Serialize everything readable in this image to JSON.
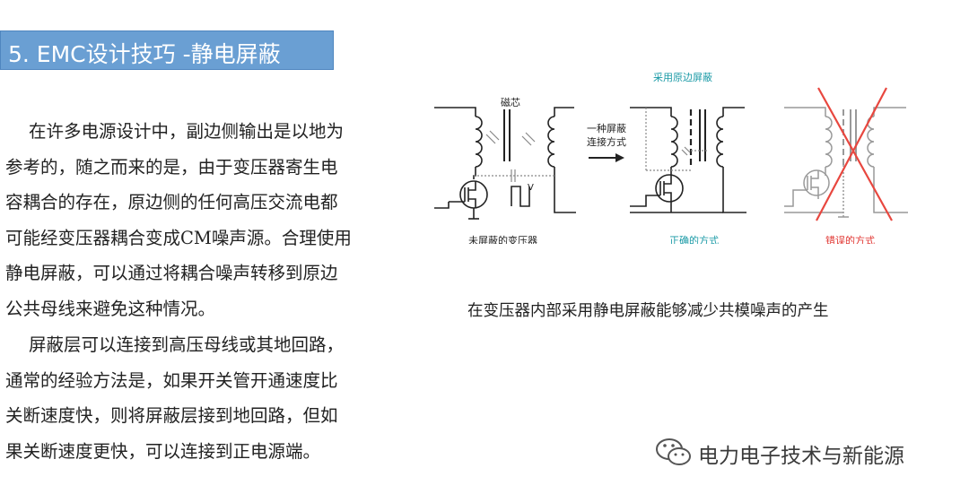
{
  "slide": {
    "title": "5. EMC设计技巧 -静电屏蔽",
    "paragraph1_lines": [
      "在许多电源设计中，副边侧输出是以地为",
      "参考的，随之而来的是，由于变压器寄生电",
      "容耦合的存在，原边侧的任何高压交流电都",
      "可能经变压器耦合变成CM噪声源。合理使用",
      "静电屏蔽，可以通过将耦合噪声转移到原边",
      "公共母线来避免这种情况。"
    ],
    "paragraph2_lines": [
      "屏蔽层可以连接到高压母线或其地回路，",
      "通常的经验方法是，如果开关管开通速度比",
      "关断速度快，则将屏蔽层接到地回路，但如",
      "果关断速度更快，可以连接到正电源端。"
    ],
    "caption": "在变压器内部采用静电屏蔽能够减少共模噪声的产生"
  },
  "diagram": {
    "top_label": "采用原边屏蔽",
    "core_label": "磁芯",
    "arrow_label_line1": "一种屏蔽",
    "arrow_label_line2": "连接方式",
    "voltage_label": "V",
    "label_unshielded": "未屏蔽的变压器",
    "label_correct": "正确的方式",
    "label_wrong": "错误的方式",
    "colors": {
      "teal": "#1a9aa6",
      "wrong_red": "#e0322e",
      "cross_red": "#e8473f"
    }
  },
  "watermark": {
    "text": "电力电子技术与新能源",
    "icon": "wechat-icon"
  }
}
